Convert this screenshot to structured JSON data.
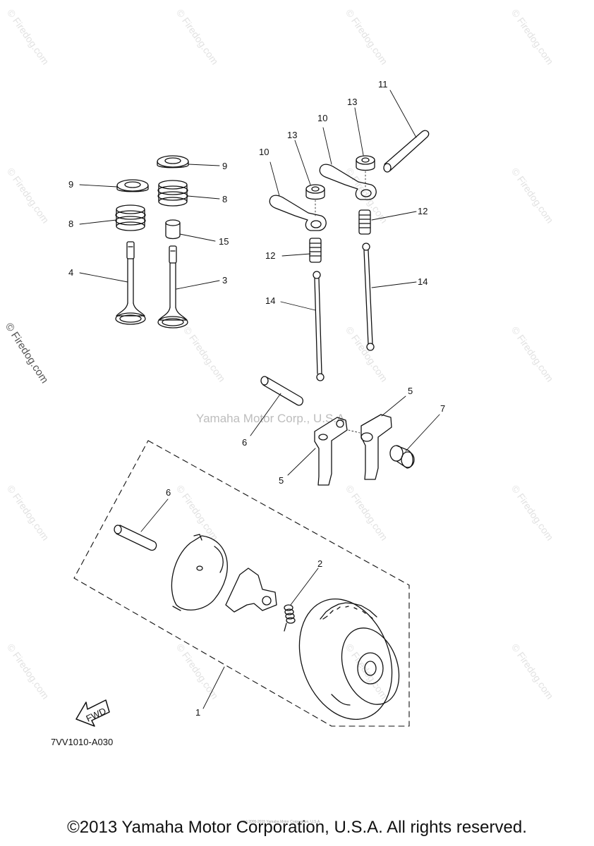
{
  "watermark_text": "© Firedog.com",
  "center_watermark": "Yamaha Motor Corp., U.S.A.",
  "figure_code": "7VV1010-A030",
  "fwd_label": "FWD",
  "copyright": "©2013 Yamaha Motor Corporation, U.S.A. All rights reserved.",
  "tiny_note": "(c) 2005-2015 Yamaha Motor Corporation, U.S.A.",
  "callouts": {
    "c1": "1",
    "c2": "2",
    "c3": "3",
    "c4": "4",
    "c5a": "5",
    "c5b": "5",
    "c6a": "6",
    "c6b": "6",
    "c7": "7",
    "c8a": "8",
    "c8b": "8",
    "c9a": "9",
    "c9b": "9",
    "c10a": "10",
    "c10b": "10",
    "c11": "11",
    "c12a": "12",
    "c12b": "12",
    "c13a": "13",
    "c13b": "13",
    "c14a": "14",
    "c14b": "14",
    "c15": "15"
  },
  "colors": {
    "line": "#111111",
    "watermark": "#e2e2e2"
  }
}
